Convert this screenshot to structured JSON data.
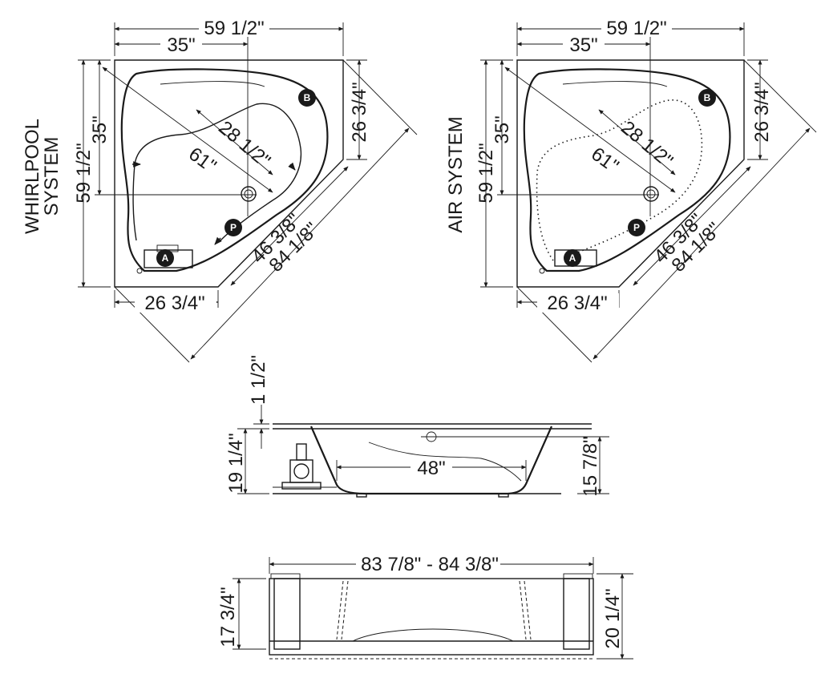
{
  "labels": {
    "whirlpool_line1": "WHIRLPOOL",
    "whirlpool_line2": "SYSTEM",
    "air_system": "AIR SYSTEM"
  },
  "plan_dims": {
    "overall_width": "59 1/2\"",
    "corner_offset": "35\"",
    "side_offset": "26 3/4\"",
    "overall_depth": "59 1/2\"",
    "depth_offset": "35\"",
    "bottom_offset": "26 3/4\"",
    "diagonal": "61\"",
    "inner_diagonal": "28 1/2\"",
    "front_inner": "46 3/8\"",
    "front_outer": "84 1/8\""
  },
  "markers": {
    "a": "A",
    "b": "B",
    "p": "P"
  },
  "side_view": {
    "rim": "1 1/2\"",
    "total_height": "19 1/4\"",
    "floor_length": "48\"",
    "inner_height": "15 7/8\""
  },
  "front_view": {
    "width_range": "83 7/8\" - 84 3/8\"",
    "left_height": "17 3/4\"",
    "right_height": "20 1/4\""
  }
}
